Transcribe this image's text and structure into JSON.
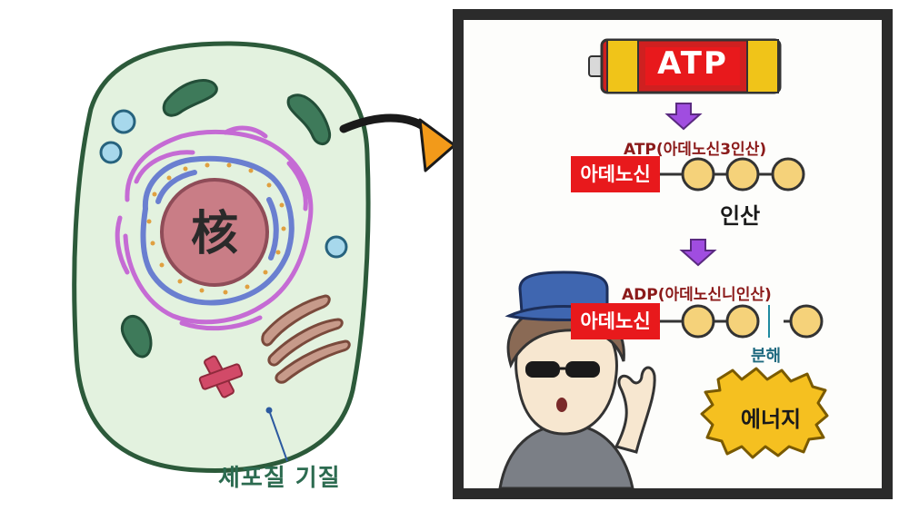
{
  "cell": {
    "nucleus_label": "核",
    "cytoplasm_label": "세포질 기질"
  },
  "panel": {
    "battery_label": "ATP",
    "atp_title": "ATP(아데노신3인산)",
    "adenosine_label_1": "아데노신",
    "phosphate_label": "인산",
    "adp_title": "ADP(아데노신니인산)",
    "adenosine_label_2": "아데노신",
    "split_label": "분해",
    "energy_label": "에너지"
  },
  "colors": {
    "cell_fill": "#e3f2df",
    "cell_outline": "#2c5a3a",
    "nucleus": "#c97d86",
    "accent_red": "#e8191c",
    "arrow_purple": "#a04de0",
    "phosphate_fill": "#f5d27a",
    "energy_fill": "#f5c020",
    "label_green": "#2c6b50",
    "title_darkred": "#8b1a1a"
  }
}
